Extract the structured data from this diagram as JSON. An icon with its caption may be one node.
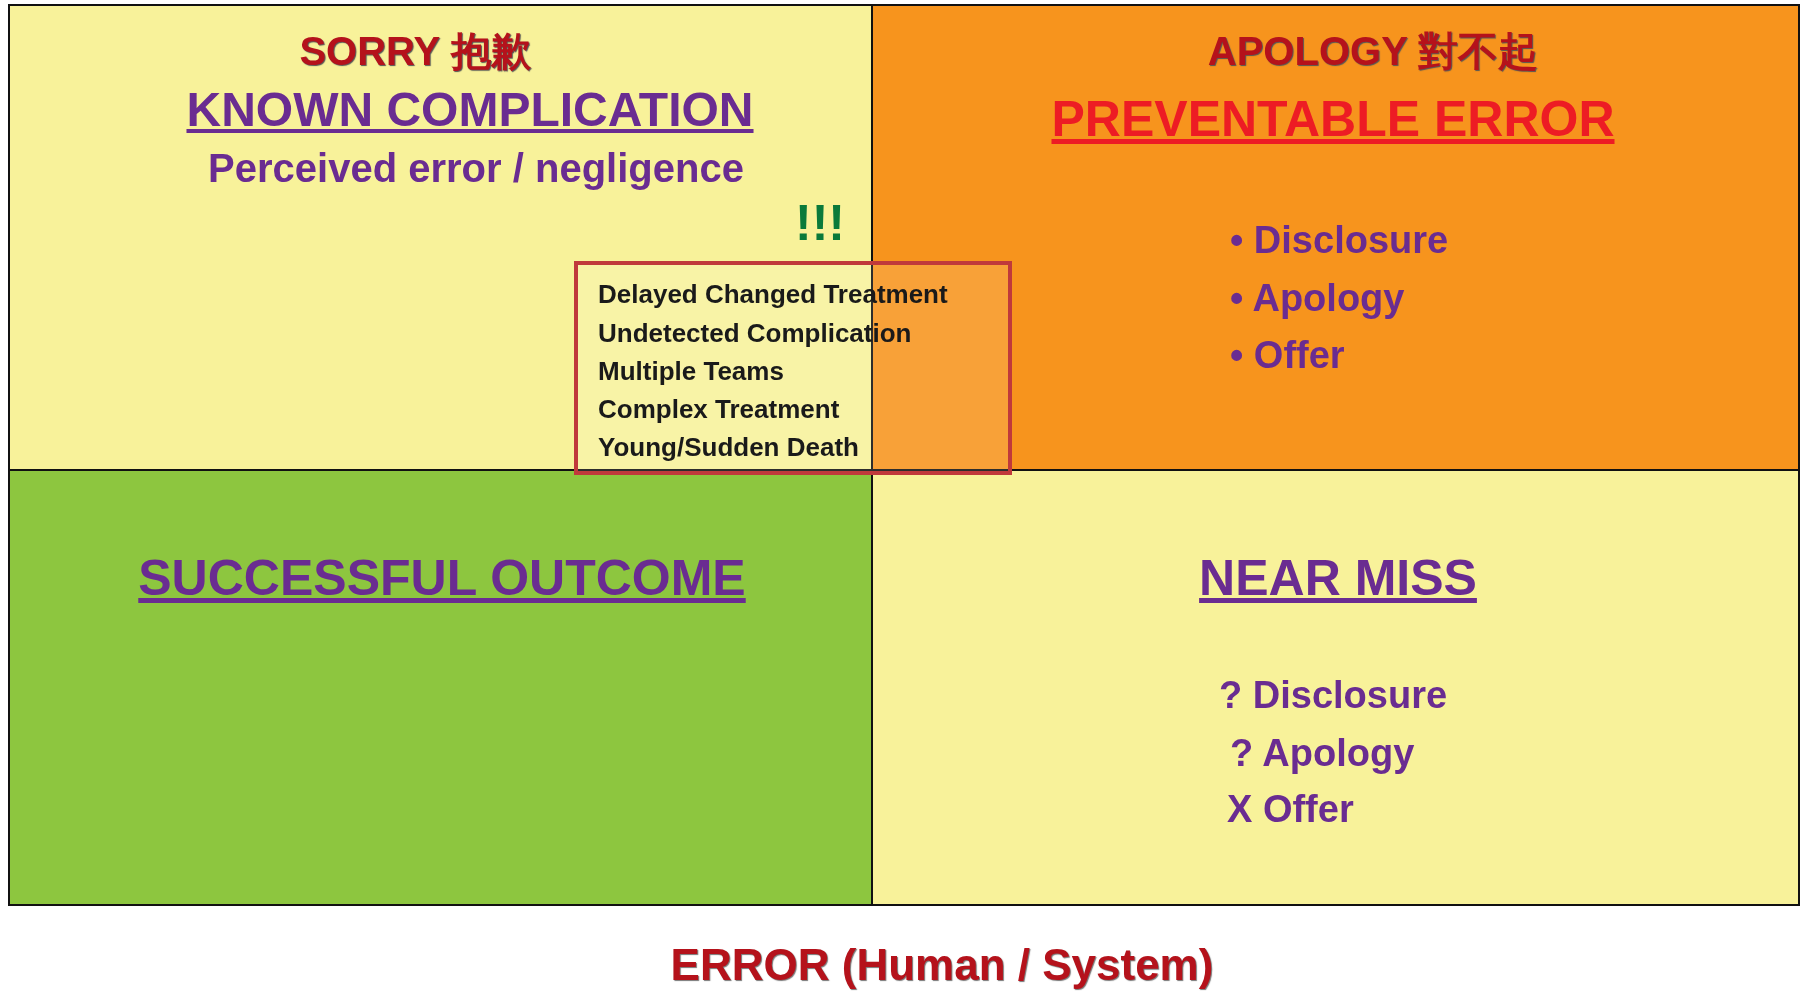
{
  "diagram": {
    "caption": "ERROR (Human / System)",
    "nodes": [
      {
        "text": [
          "SORRY 抱歉",
          "KNOWN COMPLICATION",
          "Perceived error / negligence",
          "!!!"
        ]
      },
      {
        "text": [
          "APOLOGY 對不起",
          "PREVENTABLE ERROR",
          "• Disclosure",
          "• Apology",
          "• Offer"
        ]
      },
      {
        "text": [
          "SUCCESSFUL OUTCOME"
        ]
      },
      {
        "text": [
          "NEAR MISS",
          "? Disclosure",
          "? Apology",
          "X Offer"
        ]
      },
      {
        "text": [
          "Delayed  Changed Treatment",
          "Undetected Complication",
          "Multiple Teams",
          "Complex Treatment",
          "Young/Sudden Death"
        ]
      }
    ]
  }
}
